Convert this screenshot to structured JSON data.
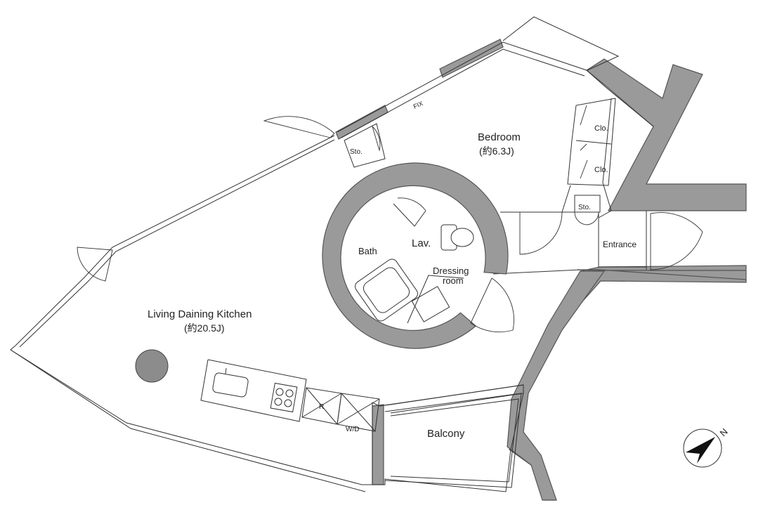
{
  "rooms": {
    "bedroom": {
      "name": "Bedroom",
      "size": "(約6.3J)"
    },
    "ldk": {
      "name": "Living Daining Kitchen",
      "size": "(約20.5J)"
    },
    "lav": "Lav.",
    "bath": "Bath",
    "dressing_line1": "Dressing",
    "dressing_line2": "room",
    "entrance": "Entrance",
    "balcony": "Balcony",
    "clo_upper": "Clo.",
    "clo_lower": "Clo.",
    "sto_left": "Sto.",
    "sto_right": "Sto.",
    "fix": "FIX",
    "fridge": "R",
    "washer": "W/D"
  },
  "compass": {
    "label": "N"
  }
}
